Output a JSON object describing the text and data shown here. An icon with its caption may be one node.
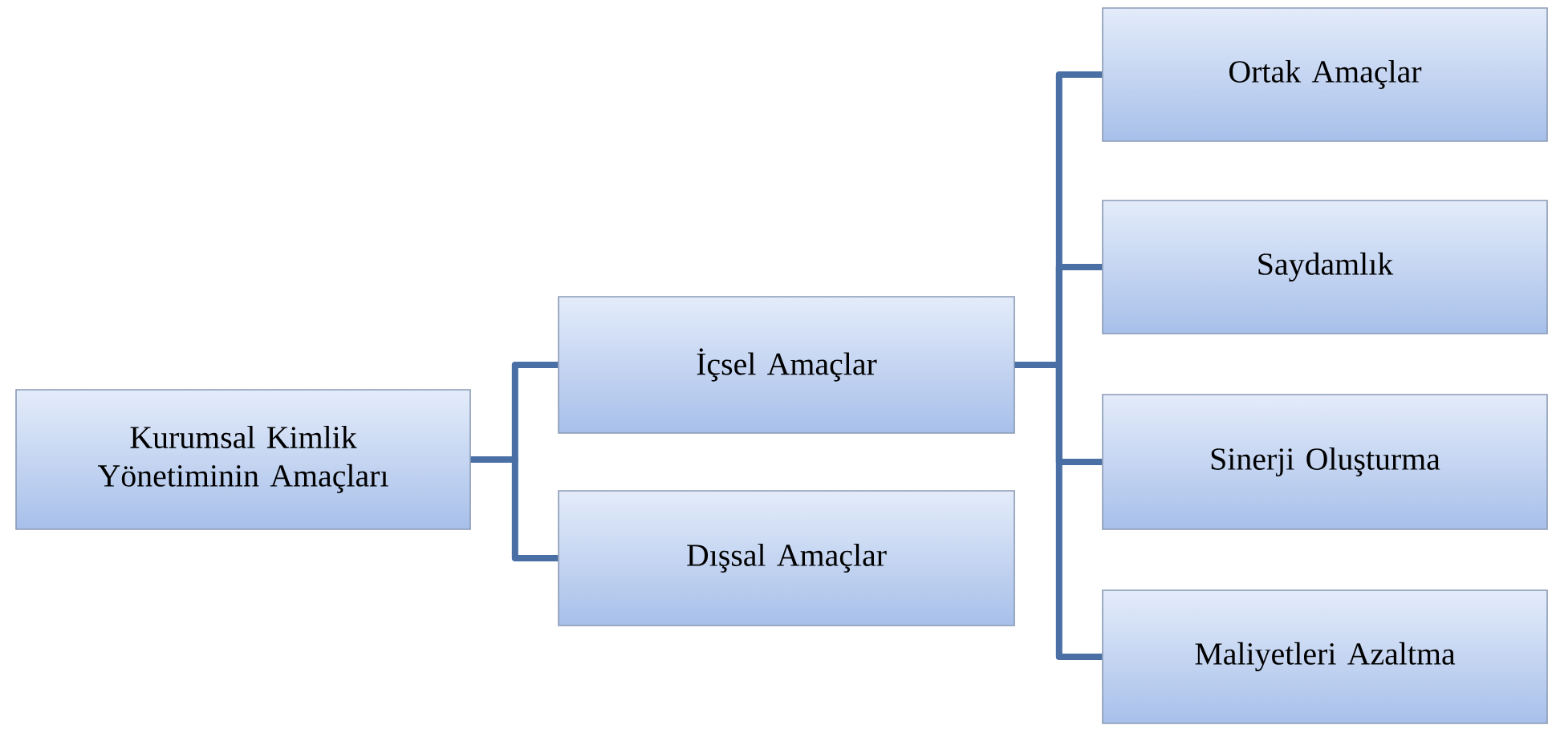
{
  "diagram": {
    "nodes": [
      {
        "text": [
          "Kurumsal Kimlik Yönetiminin Amaçları"
        ]
      },
      {
        "text": [
          "İçsel Amaçlar"
        ]
      },
      {
        "text": [
          "Dışsal Amaçlar"
        ]
      },
      {
        "text": [
          "Ortak Amaçlar"
        ]
      },
      {
        "text": [
          "Saydamlık"
        ]
      },
      {
        "text": [
          "Sinerji Oluşturma"
        ]
      },
      {
        "text": [
          "Maliyetleri Azaltma"
        ]
      }
    ],
    "edges": [
      {
        "from": 0,
        "to": 1,
        "arrow": "none",
        "color": "#4a6fa5"
      },
      {
        "from": 0,
        "to": 2,
        "arrow": "none",
        "color": "#4a6fa5"
      },
      {
        "from": 1,
        "to": 3,
        "arrow": "none",
        "color": "#4a6fa5"
      },
      {
        "from": 1,
        "to": 4,
        "arrow": "none",
        "color": "#4a6fa5"
      },
      {
        "from": 1,
        "to": 5,
        "arrow": "none",
        "color": "#4a6fa5"
      },
      {
        "from": 1,
        "to": 6,
        "arrow": "none",
        "color": "#4a6fa5"
      }
    ]
  }
}
